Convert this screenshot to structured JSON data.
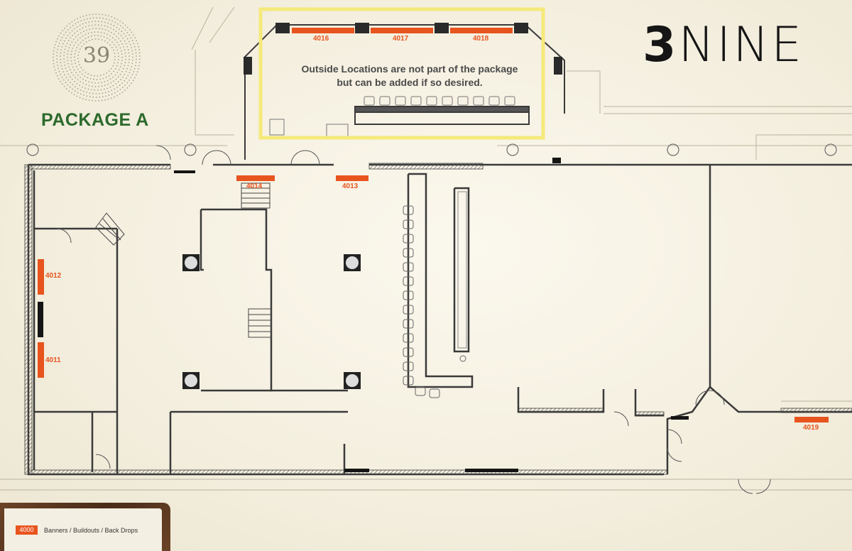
{
  "title": "PACKAGE A",
  "brand": {
    "bold": "3",
    "light": "NINE"
  },
  "logo_text": "39",
  "note": {
    "line1": "Outside Locations are not part of the package",
    "line2": "but can be added if so desired."
  },
  "locations": [
    "4011",
    "4012",
    "4013",
    "4014",
    "4016",
    "4017",
    "4018",
    "4019"
  ],
  "legend": {
    "code": "4000",
    "label": "Banners / Buildouts / Back Drops"
  },
  "colors": {
    "banner": "#e8541e",
    "highlight": "#f5e97a",
    "title": "#2c6a2c",
    "wall": "#3a3a3a"
  }
}
